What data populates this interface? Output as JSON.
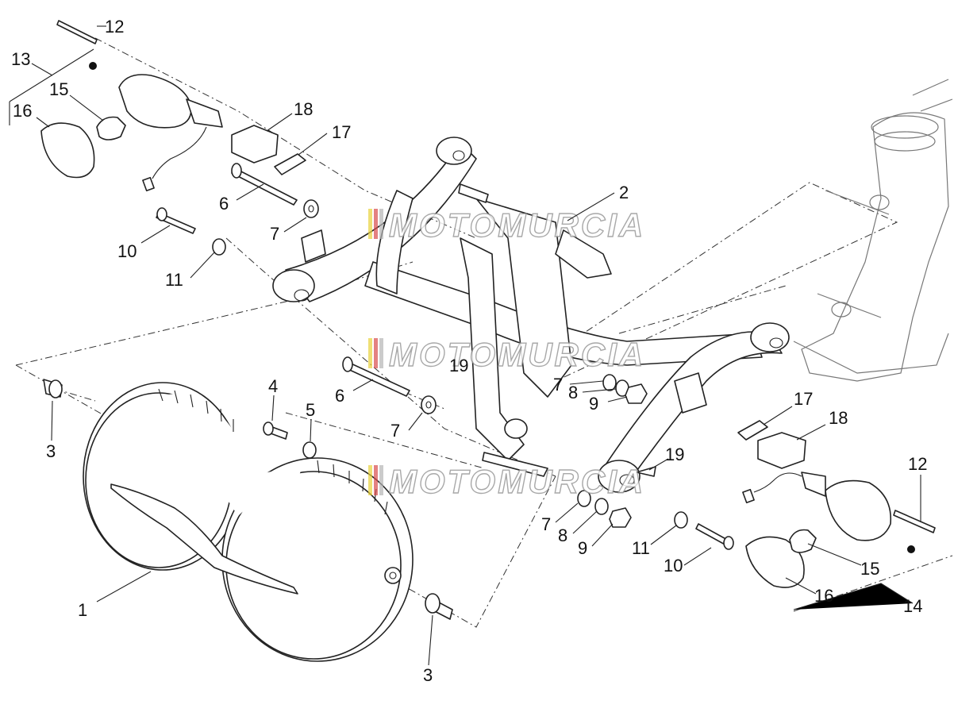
{
  "watermark": "MOTOMURCIA",
  "callouts": {
    "c1": "1",
    "c2": "2",
    "c3a": "3",
    "c3b": "3",
    "c4": "4",
    "c5": "5",
    "c6a": "6",
    "c6b": "6",
    "c7a": "7",
    "c7b": "7",
    "c7c": "7",
    "c7d": "7",
    "c8a": "8",
    "c8b": "8",
    "c9a": "9",
    "c9b": "9",
    "c10a": "10",
    "c10b": "10",
    "c11a": "11",
    "c11b": "11",
    "c12a": "12",
    "c12b": "12",
    "c13": "13",
    "c14": "14",
    "c15a": "15",
    "c15b": "15",
    "c16a": "16",
    "c16b": "16",
    "c17a": "17",
    "c17b": "17",
    "c18a": "18",
    "c18b": "18",
    "c19a": "19",
    "c19b": "19"
  },
  "colors": {
    "line": "#222222",
    "frame": "#777777",
    "watermark_red": "#d94b4b",
    "watermark_yellow": "#e8d23a",
    "watermark_gray": "#b5b5b5"
  }
}
